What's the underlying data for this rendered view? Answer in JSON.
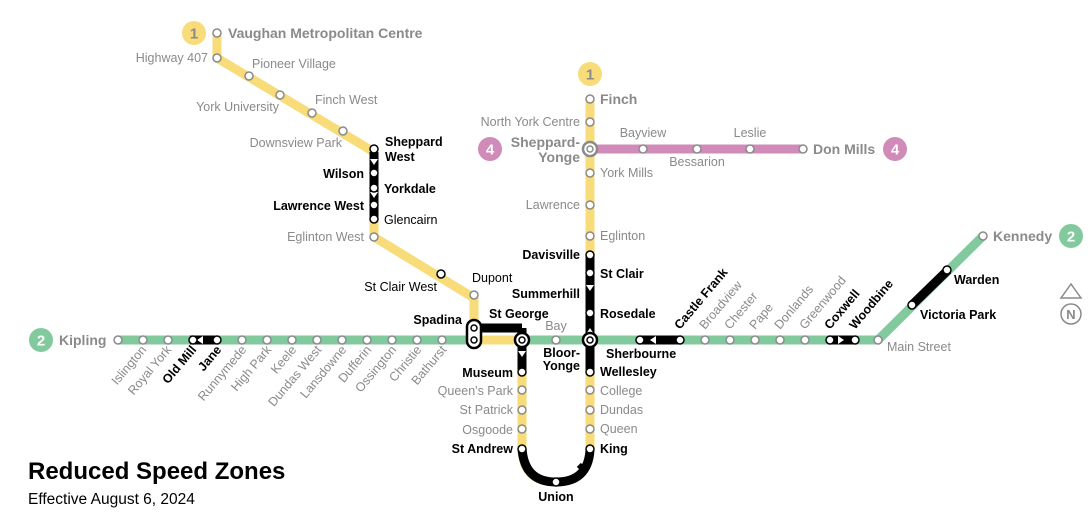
{
  "title": "Reduced Speed Zones",
  "subtitle": "Effective August 6, 2024",
  "colors": {
    "line1": "#f9dc7a",
    "line2": "#83c99e",
    "line4": "#d08bb8",
    "zone": "#000000",
    "label_grey": "#8a8a8a"
  },
  "legend": {
    "north_symbol": "N"
  },
  "lines": [
    {
      "id": "line1",
      "number": "1",
      "color": "#f9dc7a"
    },
    {
      "id": "line2",
      "number": "2",
      "color": "#83c99e"
    },
    {
      "id": "line4",
      "number": "4",
      "color": "#d08bb8"
    }
  ],
  "termini": {
    "vaughan": "Vaughan Metropolitan Centre",
    "finch": "Finch",
    "kipling": "Kipling",
    "kennedy": "Kennedy",
    "sheppard_yonge": [
      "Sheppard-",
      "Yonge"
    ],
    "don_mills": "Don Mills"
  },
  "stations": {
    "highway_407": "Highway 407",
    "pioneer_village": "Pioneer Village",
    "york_university": "York University",
    "finch_west": "Finch West",
    "downsview_park": "Downsview Park",
    "sheppard_west": [
      "Sheppard",
      "West"
    ],
    "wilson": "Wilson",
    "yorkdale": "Yorkdale",
    "lawrence_west": "Lawrence West",
    "glencairn": "Glencairn",
    "eglinton_west": "Eglinton West",
    "st_clair_west": "St Clair West",
    "dupont": "Dupont",
    "spadina": "Spadina",
    "st_george": "St George",
    "museum": "Museum",
    "queens_park": "Queen's Park",
    "st_patrick": "St Patrick",
    "osgoode": "Osgoode",
    "st_andrew": "St Andrew",
    "union": "Union",
    "king": "King",
    "queen": "Queen",
    "dundas": "Dundas",
    "college": "College",
    "wellesley": "Wellesley",
    "bloor_yonge": [
      "Bloor-",
      "Yonge"
    ],
    "rosedale": "Rosedale",
    "summerhill": "Summerhill",
    "st_clair": "St Clair",
    "davisville": "Davisville",
    "eglinton": "Eglinton",
    "lawrence": "Lawrence",
    "york_mills": "York Mills",
    "north_york_centre": "North York Centre",
    "bayview": "Bayview",
    "bessarion": "Bessarion",
    "leslie": "Leslie",
    "islington": "Islington",
    "royal_york": "Royal York",
    "old_mill": "Old Mill",
    "jane": "Jane",
    "runnymede": "Runnymede",
    "high_park": "High Park",
    "keele": "Keele",
    "dundas_west": "Dundas West",
    "lansdowne": "Lansdowne",
    "dufferin": "Dufferin",
    "ossington": "Ossington",
    "christie": "Christie",
    "bathurst": "Bathurst",
    "bay": "Bay",
    "sherbourne": "Sherbourne",
    "castle_frank": "Castle Frank",
    "broadview": "Broadview",
    "chester": "Chester",
    "pape": "Pape",
    "donlands": "Donlands",
    "greenwood": "Greenwood",
    "coxwell": "Coxwell",
    "woodbine": "Woodbine",
    "main_street": "Main Street",
    "victoria_park": "Victoria Park",
    "warden": "Warden"
  }
}
